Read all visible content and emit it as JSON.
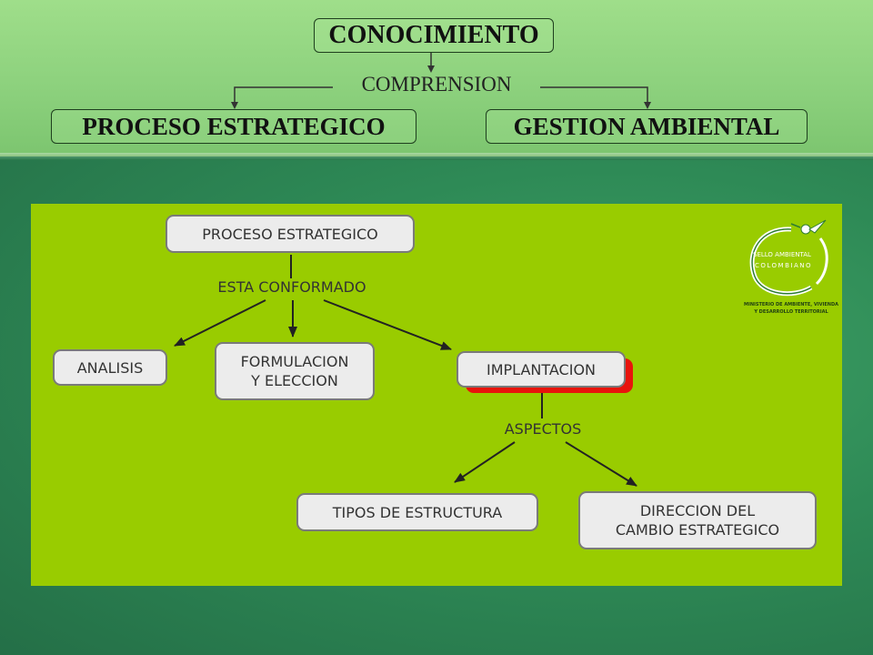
{
  "header": {
    "root": "CONOCIMIENTO",
    "link": "COMPRENSION",
    "left": "PROCESO ESTRATEGICO",
    "right": "GESTION AMBIENTAL"
  },
  "concept_map": {
    "root": "PROCESO ESTRATEGICO",
    "link1": "ESTA CONFORMADO",
    "analisis": "ANALISIS",
    "formulacion": "FORMULACION\nY ELECCION",
    "implantacion": "IMPLANTACION",
    "link2": "ASPECTOS",
    "tipos": "TIPOS DE ESTRUCTURA",
    "direccion": "DIRECCION DEL\nCAMBIO ESTRATEGICO"
  },
  "logo": {
    "line1": "SELLO AMBIENTAL",
    "line2": "COLOMBIANO",
    "ministry1": "MINISTERIO DE AMBIENTE, VIVIENDA",
    "ministry2": "Y DESARROLLO TERRITORIAL"
  },
  "colors": {
    "panel": "#99cc00",
    "highlight": "#e8140c",
    "background": "#2f8c57"
  }
}
